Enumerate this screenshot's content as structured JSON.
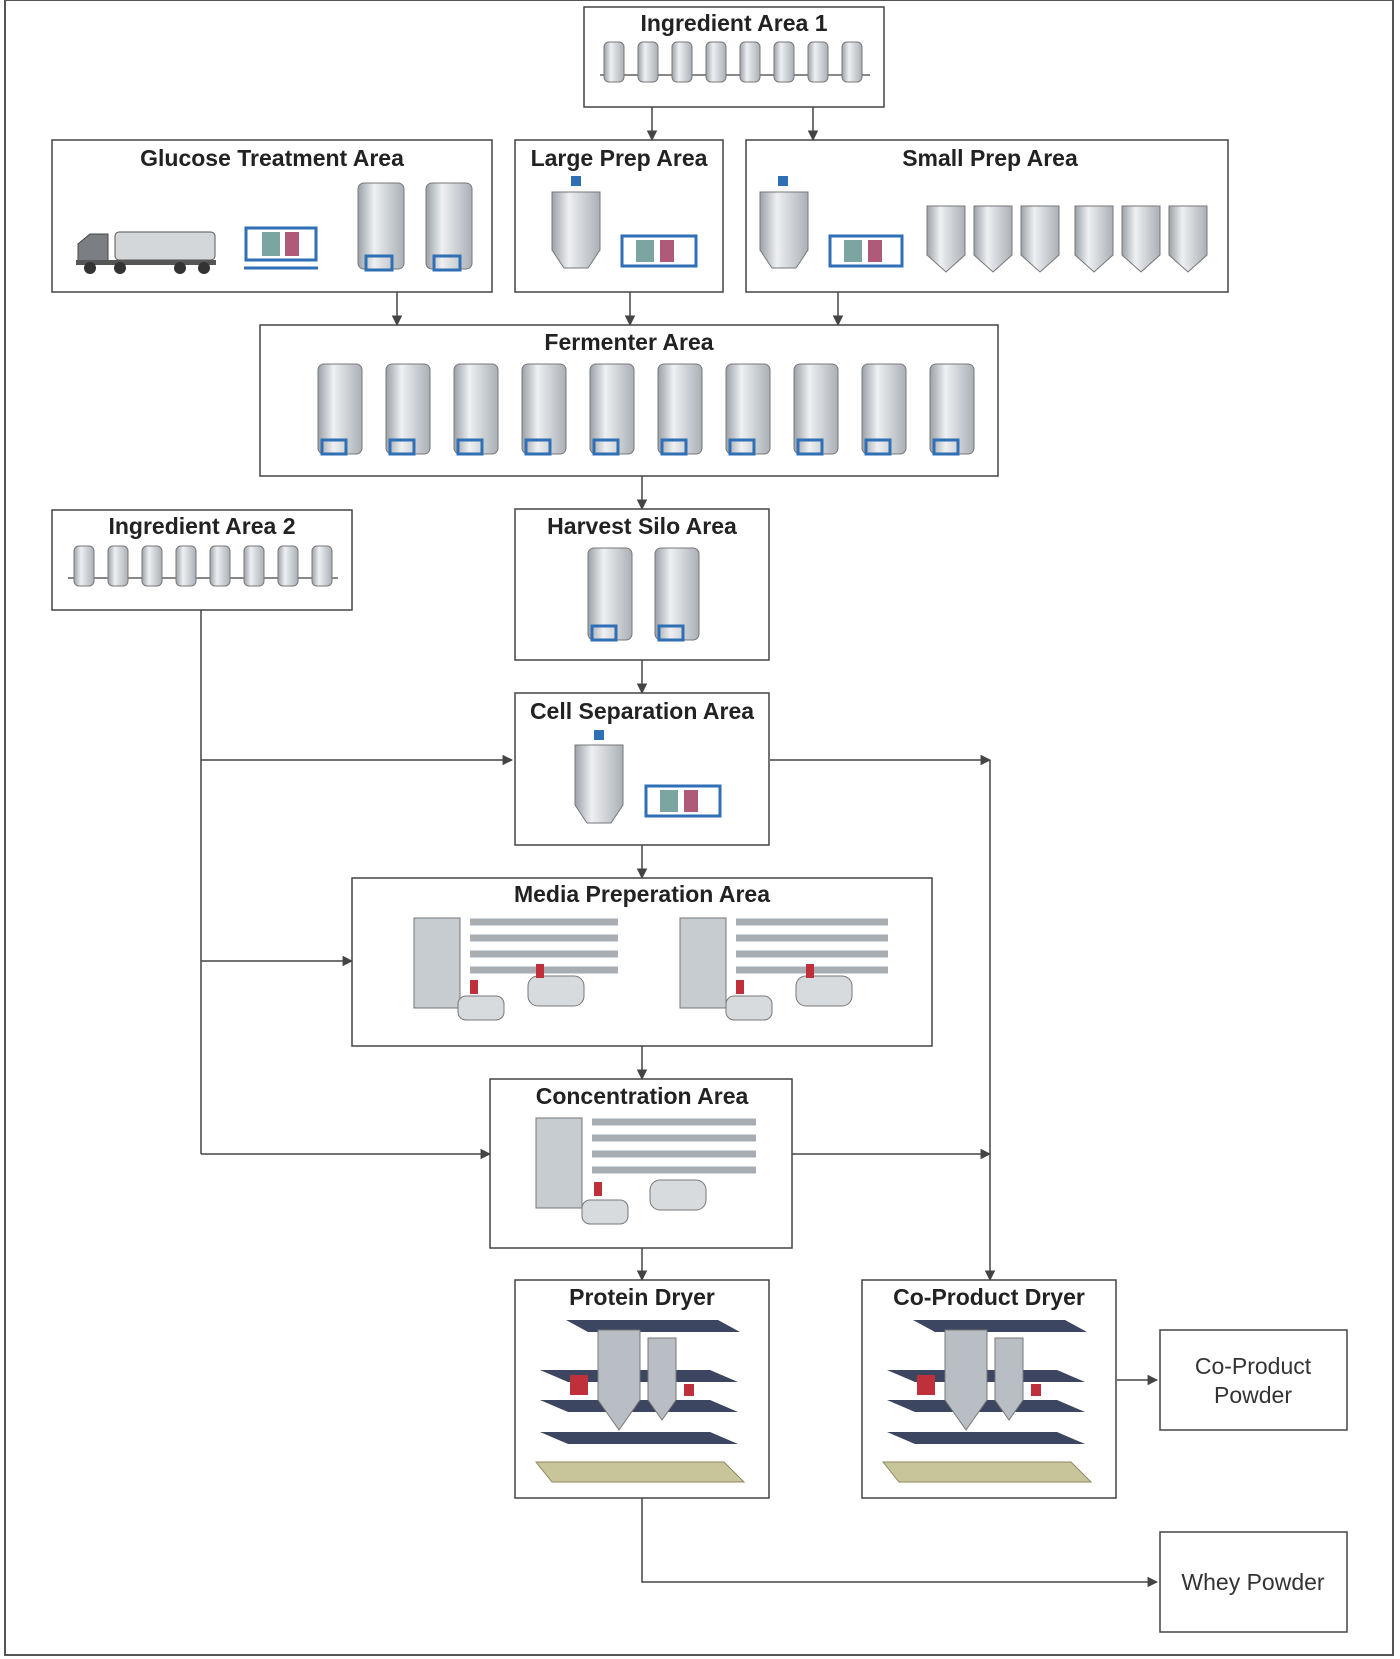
{
  "diagram": {
    "nodes": {
      "ingredient_area_1": "Ingredient Area 1",
      "glucose_treatment_area": "Glucose Treatment Area",
      "large_prep_area": "Large Prep Area",
      "small_prep_area": "Small Prep Area",
      "fermenter_area": "Fermenter Area",
      "ingredient_area_2": "Ingredient Area 2",
      "harvest_silo_area": "Harvest Silo Area",
      "cell_separation_area": "Cell Separation Area",
      "media_preperation_area": "Media Preperation Area",
      "concentration_area": "Concentration Area",
      "protein_dryer": "Protein Dryer",
      "co_product_dryer": "Co-Product Dryer"
    },
    "outputs": {
      "co_product_powder": [
        "Co-Product",
        "Powder"
      ],
      "whey_powder": "Whey Powder"
    },
    "colors": {
      "line": "#444444",
      "tank": "#c9ced3",
      "pipe_blue": "#2f6fb5",
      "floor": "#3d4660",
      "base": "#c9c59a",
      "accent_red": "#c0303a"
    }
  }
}
